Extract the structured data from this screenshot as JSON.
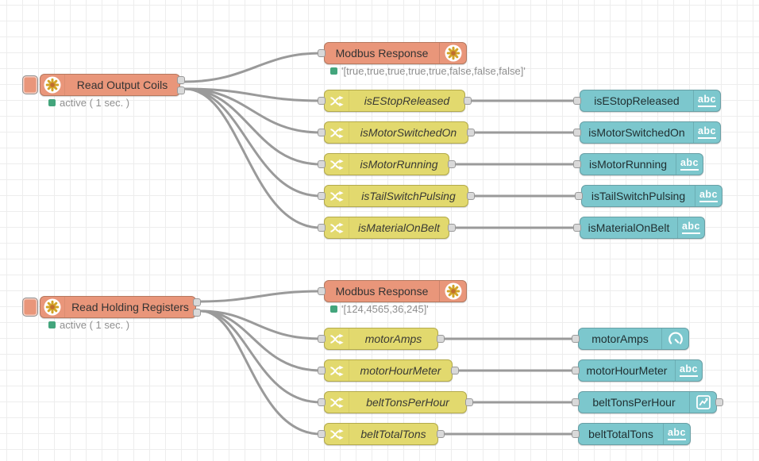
{
  "app": {
    "name": "Node-RED flow canvas"
  },
  "colors": {
    "modbus_node": "#E9967A",
    "switch_node": "#E2D96E",
    "ui_node": "#7CC7CD",
    "wire": "#9a9a9a",
    "status_ok": "#43A57C",
    "grid": "#ededed",
    "label": "#333333"
  },
  "flow": {
    "abc_label": "abc",
    "groups": [
      {
        "reader": {
          "label": "Read Output Coils",
          "status": "active ( 1 sec. )"
        },
        "response": {
          "label": "Modbus Response",
          "status": "'[true,true,true,true,true,false,false,false]'"
        },
        "rows": [
          {
            "switch": "isEStopReleased",
            "output": "isEStopReleased",
            "output_icon": "abc"
          },
          {
            "switch": "isMotorSwitchedOn",
            "output": "isMotorSwitchedOn",
            "output_icon": "abc"
          },
          {
            "switch": "isMotorRunning",
            "output": "isMotorRunning",
            "output_icon": "abc"
          },
          {
            "switch": "isTailSwitchPulsing",
            "output": "isTailSwitchPulsing",
            "output_icon": "abc"
          },
          {
            "switch": "isMaterialOnBelt",
            "output": "isMaterialOnBelt",
            "output_icon": "abc"
          }
        ]
      },
      {
        "reader": {
          "label": "Read Holding Registers",
          "status": "active ( 1 sec. )"
        },
        "response": {
          "label": "Modbus Response",
          "status": "'[124,4565,36,245]'"
        },
        "rows": [
          {
            "switch": "motorAmps",
            "output": "motorAmps",
            "output_icon": "gauge"
          },
          {
            "switch": "motorHourMeter",
            "output": "motorHourMeter",
            "output_icon": "abc"
          },
          {
            "switch": "beltTonsPerHour",
            "output": "beltTonsPerHour",
            "output_icon": "chart"
          },
          {
            "switch": "beltTotalTons",
            "output": "beltTotalTons",
            "output_icon": "abc"
          }
        ]
      }
    ]
  }
}
